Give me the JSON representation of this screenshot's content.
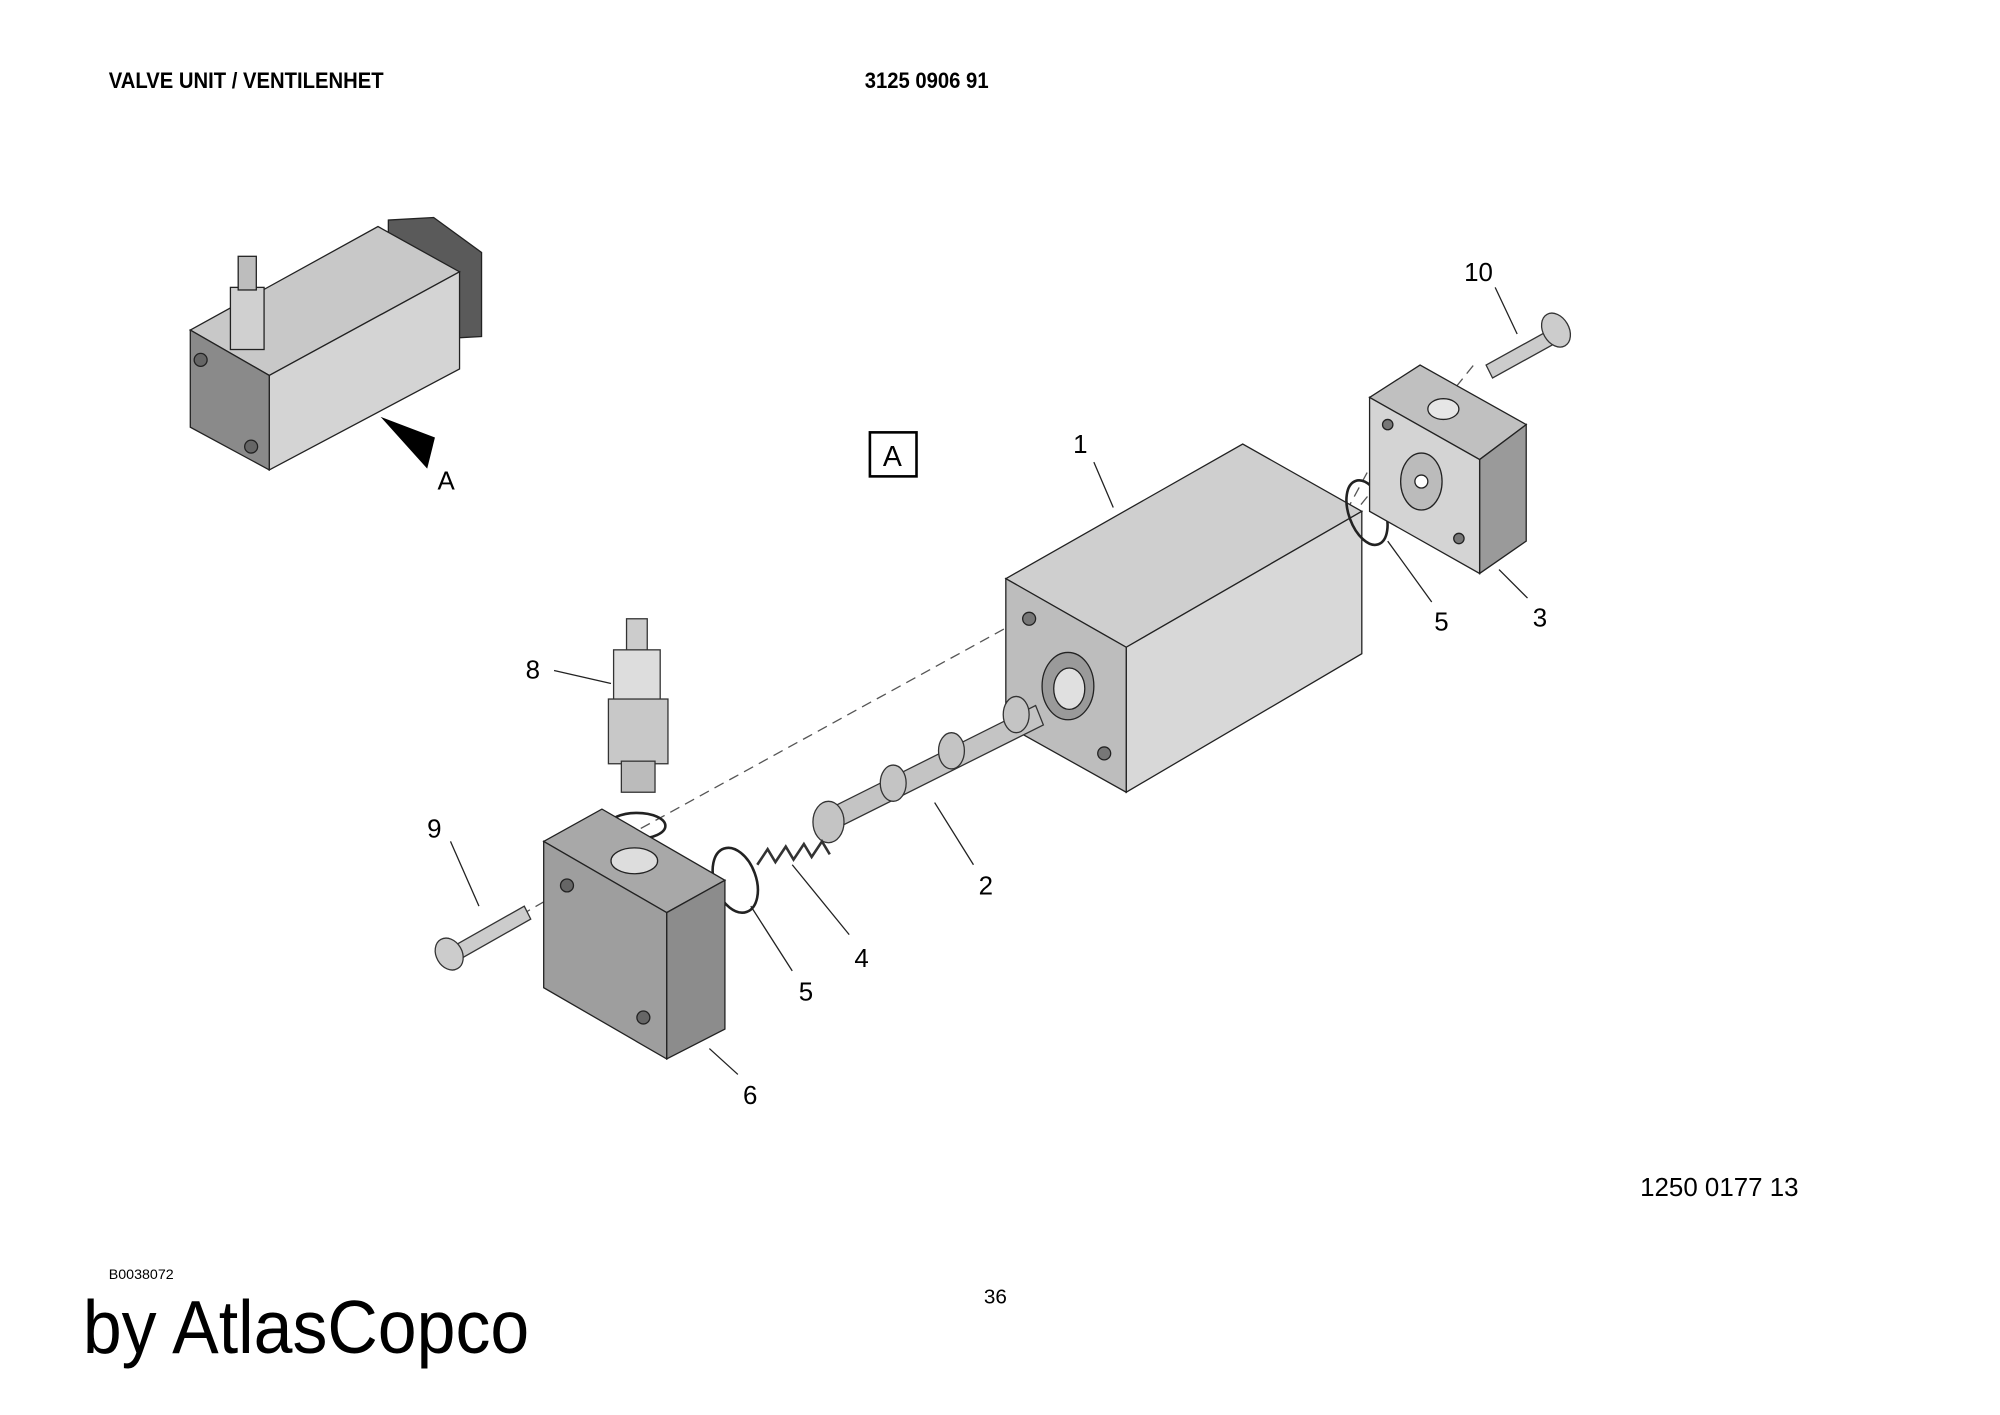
{
  "header": {
    "title": "VALVE UNIT / VENTILENHET",
    "part_number": "3125 0906 91"
  },
  "diagram": {
    "view_label": "A",
    "view_arrow_label": "A",
    "callouts": [
      "1",
      "2",
      "3",
      "4",
      "5",
      "5",
      "6",
      "8",
      "9",
      "10"
    ]
  },
  "footer": {
    "drawing_number": "1250 0177 13",
    "image_code": "B0038072",
    "page_number": "36",
    "brand": "by AtlasCopco"
  }
}
